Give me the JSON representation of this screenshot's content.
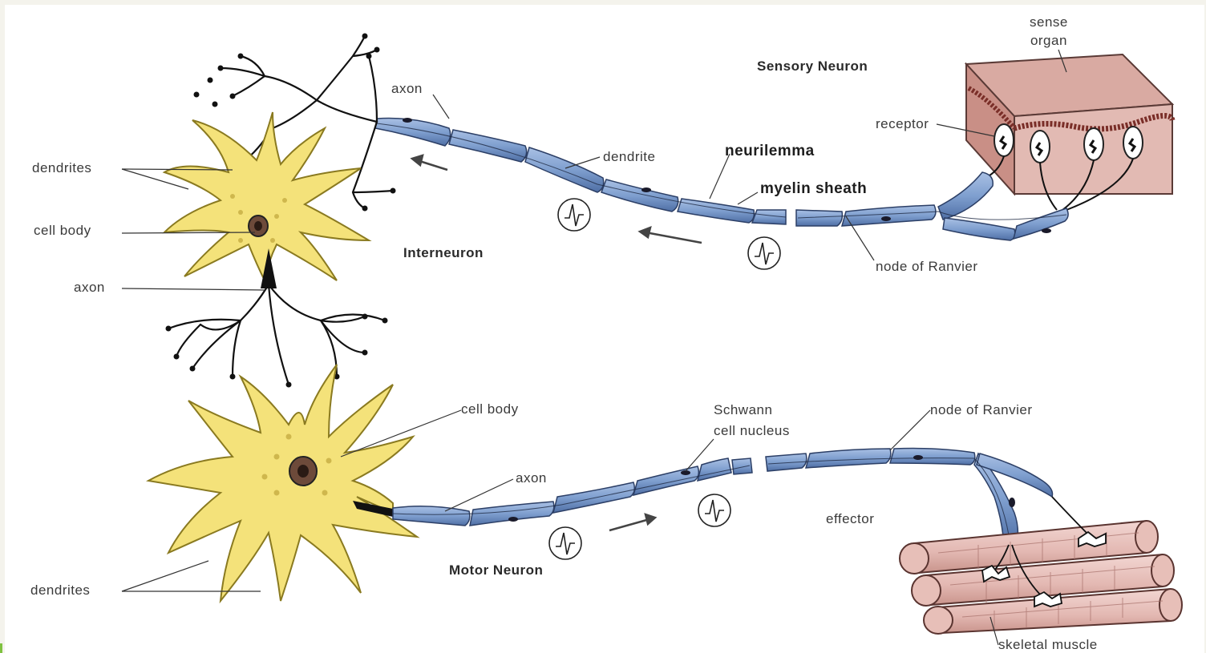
{
  "labels": {
    "sense_organ": "sense\norgan",
    "sensory_neuron": "Sensory Neuron",
    "receptor": "receptor",
    "axon_top": "axon",
    "dendrite_top": "dendrite",
    "neurilemma": "neurilemma",
    "myelin_sheath": "myelin sheath",
    "node_of_ranvier_top": "node of Ranvier",
    "dendrites_upper": "dendrites",
    "cell_body_upper": "cell body",
    "axon_left": "axon",
    "interneuron": "Interneuron",
    "cell_body_lower": "cell body",
    "schwann_cell_nucleus": "Schwann\ncell nucleus",
    "node_of_ranvier_bottom": "node of Ranvier",
    "axon_bottom": "axon",
    "effector": "effector",
    "motor_neuron": "Motor Neuron",
    "dendrites_lower": "dendrites",
    "skeletal_muscle": "skeletal muscle"
  },
  "colors": {
    "myelin": "#7f9fcf",
    "myelin_dark": "#3e5a8c",
    "cell_body": "#f4e27a",
    "cell_body_outline": "#8a7a20",
    "muscle": "#e8c4c0",
    "skin": "#d8a8a0",
    "ink": "#1c1c1c"
  },
  "icons": [
    "action-potential-icon",
    "direction-arrow-icon"
  ]
}
